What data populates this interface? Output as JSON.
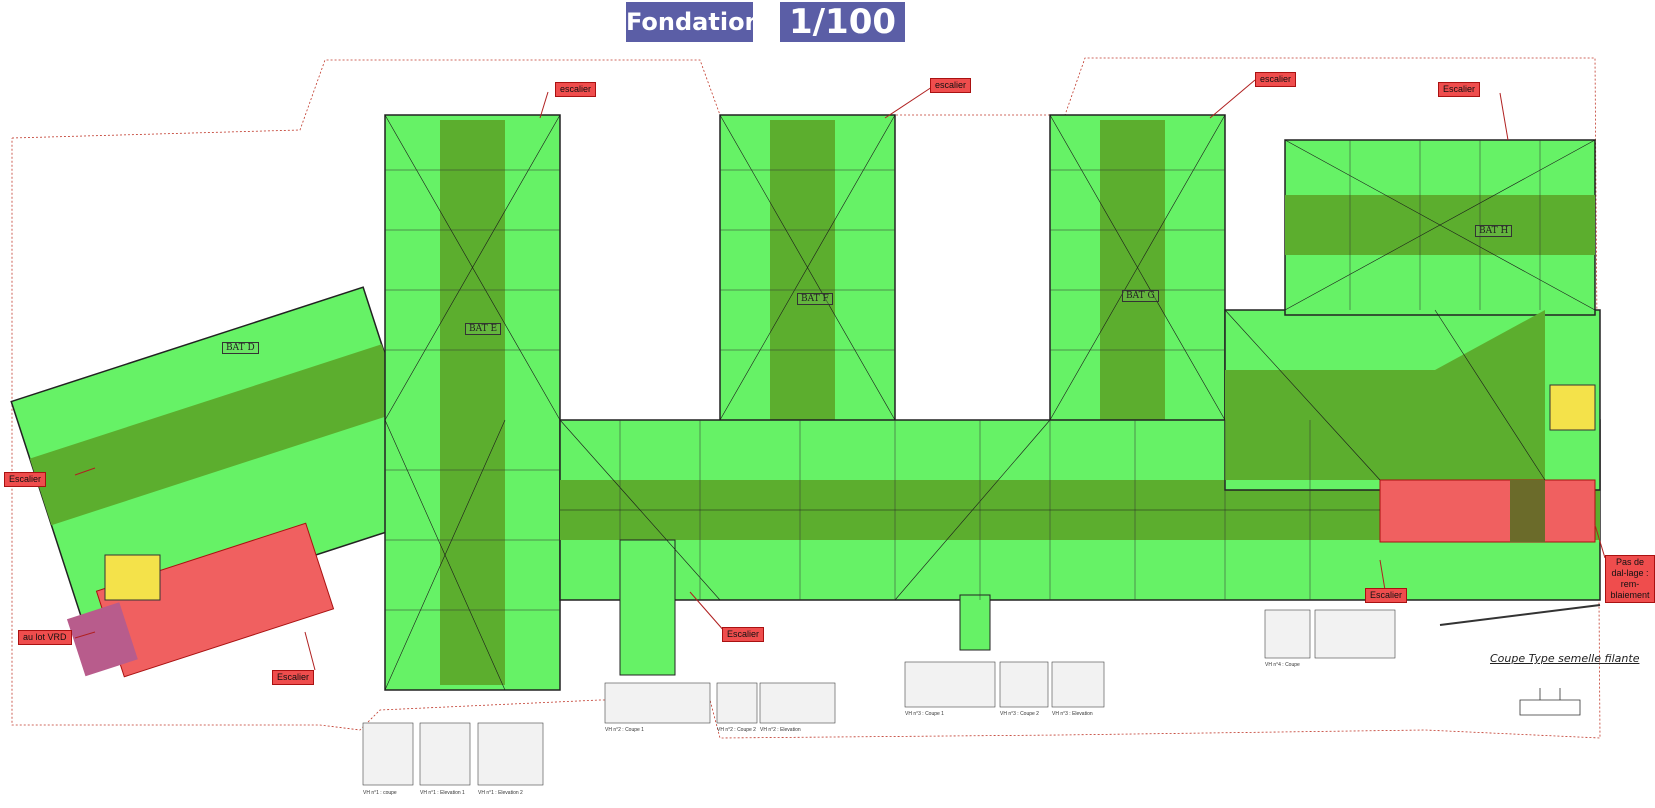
{
  "header": {
    "title": "Fondations",
    "scale": "1/100"
  },
  "colors": {
    "title_bg": "#5b5ea6",
    "zone_light": "#66f266",
    "zone_dark": "#5cae2e",
    "zone_red": "#f06060",
    "zone_yellow": "#f4e24a",
    "zone_purple": "#b85c8c",
    "callout": "#ef4d4d"
  },
  "buildings": [
    "BAT D",
    "BAT E",
    "BAT F",
    "BAT G",
    "BAT H"
  ],
  "callouts": {
    "c1": "escalier",
    "c2": "escalier",
    "c3": "escalier",
    "c4": "Escalier",
    "c5": "Escalier",
    "c6": "au lot VRD",
    "c7": "Escalier",
    "c8": "Escalier",
    "c9": "Escalier",
    "c10": "Pas de dal-lage : rem-blaiement"
  },
  "details": {
    "coupe_title": "Coupe Type semelle filante",
    "captions": [
      "VH n°1 : coupe",
      "VH n°1 : Elevation 1",
      "VH n°1 : Elevation 2",
      "VH n°2 : Coupe 1",
      "VH n°2 : Coupe 2",
      "VH n°2 : Elevation",
      "VH n°3 : Coupe 1",
      "VH n°3 : Coupe 2",
      "VH n°3 : Elevation",
      "VH n°4 : Coupe"
    ]
  }
}
